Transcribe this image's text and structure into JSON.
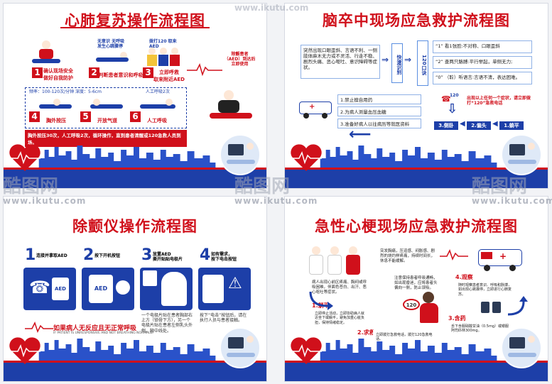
{
  "watermark": {
    "logo": "酷图网",
    "url": "www.ikutu.com"
  },
  "panel1": {
    "title": "心肺复苏操作流程图",
    "steps": [
      {
        "num": "1",
        "label": "确认现场安全\n做好自我防护"
      },
      {
        "num": "2",
        "label": "判断患者意识和呼吸"
      },
      {
        "num": "3",
        "label": "立即呼救\n取来附近AED"
      },
      {
        "num": "4",
        "label": "胸外按压"
      },
      {
        "num": "5",
        "label": "开放气道"
      },
      {
        "num": "6",
        "label": "人工呼吸"
      }
    ],
    "callout_top": "无意识 无呼吸\n发生心跳骤停",
    "callout_call": "拨打120 取来AED",
    "aed_side": "除颤患者\n（AED）到达后\n立即使用",
    "compress_note": "频率：100-120次/分钟 深度：5-6cm",
    "breath_note": "人工呼吸2次",
    "bottom_bar": "胸外按压30次，人工呼吸2次，循环操作，直到患者清醒或120急救人员到场。"
  },
  "panel2": {
    "title": "脑卒中现场应急救护流程图",
    "intro": "突然出现口眼歪斜、言语不利、一侧肢体麻木无力或不灵活、行走不稳、剧烈头痛、恶心呕吐、意识障碍等症状。",
    "quick_id": "快速识别",
    "mouth_label": "120口诀",
    "checks": [
      "“1” 看1张脸:不对称、口眼歪斜",
      "“2” 查两只胳膊:平行举起，单侧无力;",
      "“0” （聆）听语言:言语不清，表达困难。"
    ],
    "call_note": "出现以上任何一个症状，请立即拨打“120”急救电话",
    "call_num": "120",
    "actions": [
      "1.禁止擅自用药",
      "2.为病人测量血压血糖",
      "3.准备好病人以往病历等就医资料"
    ],
    "flow": [
      "3.侧卧",
      "2.偏头",
      "1.躺平"
    ]
  },
  "panel3": {
    "title": "除颤仪操作流程图",
    "steps": [
      {
        "num": "1",
        "label": "连接并拿取AED"
      },
      {
        "num": "2",
        "label": "按下开机按钮"
      },
      {
        "num": "3",
        "label": "放置AED\n撕开贴贴电极片"
      },
      {
        "num": "4",
        "label": "如有需求，\n按下电击按钮"
      }
    ],
    "aed_text": "AED",
    "note3": "一个电极片贴在患者胸部右上方（锁骨下方），另一个电极片贴在患者左侧乳头外侧，腋中线处。",
    "note4": "按下“电击”按钮后，请在执行人员与患者接触。",
    "warning_cn": "如果病人无反应且无正常呼吸",
    "warning_en": "IF PATIENT IS UNRESPONSIVE AND NOT BREATHING NORMALLY"
  },
  "panel4": {
    "title": "急性心梗现场应急救护流程图",
    "intro1": "突发胸痛，压迫感、闷胀感、剧烈的烧灼样疼痛，持续时间长，休息不能缓解。",
    "intro2": "病人出现心前区疼痛、胸闷或呼吸困难，伴面色苍白、出汗、恶心呕吐等症状。",
    "step1_title": "1.躺平",
    "step1_text": "立即停止活动，立即协助病人就近坐下或躺平，避免加重心脏负担，保持情绪稳定。",
    "step2_title": "2.求救",
    "step2_text": "立即拨打急救电话，拨打120急救电话。",
    "step3_title": "3.含药",
    "step3_text": "舌下含服硝酸甘油（0.5mg）或嚼服阿司匹林300mg。",
    "step4_title": "4.观察",
    "step4_text": "随时观察患者意识、呼吸和脉搏，如出现心跳骤停，立即进行心肺复苏。",
    "mid_text": "注意保持患者呼吸通畅，如出现昏迷，应将患者头偏向一侧，防止误吸。",
    "phone_num": "120"
  }
}
